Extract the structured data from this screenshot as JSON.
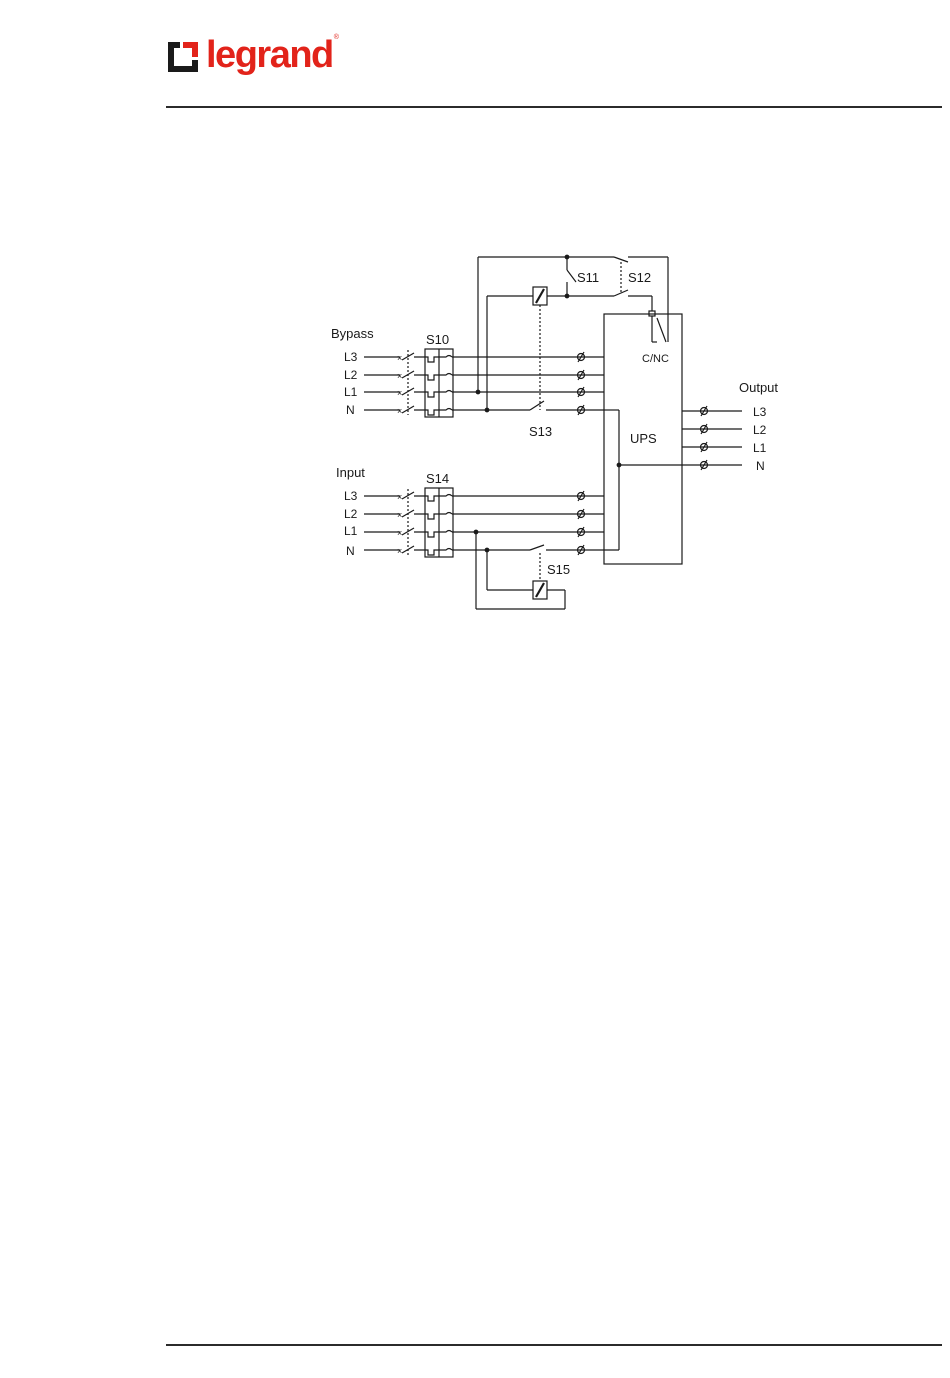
{
  "brand": {
    "name": "legrand",
    "registered": "®",
    "color": "#e2231a"
  },
  "diagram": {
    "bypass_label": "Bypass",
    "input_label": "Input",
    "output_label": "Output",
    "ups_label": "UPS",
    "cnc_label": "C/NC",
    "switches": {
      "s10": "S10",
      "s11": "S11",
      "s12": "S12",
      "s13": "S13",
      "s14": "S14",
      "s15": "S15"
    },
    "bypass_lines": [
      "L3",
      "L2",
      "L1",
      "N"
    ],
    "input_lines": [
      "L3",
      "L2",
      "L1",
      "N"
    ],
    "output_lines": [
      "L3",
      "L2",
      "L1",
      "N"
    ]
  }
}
